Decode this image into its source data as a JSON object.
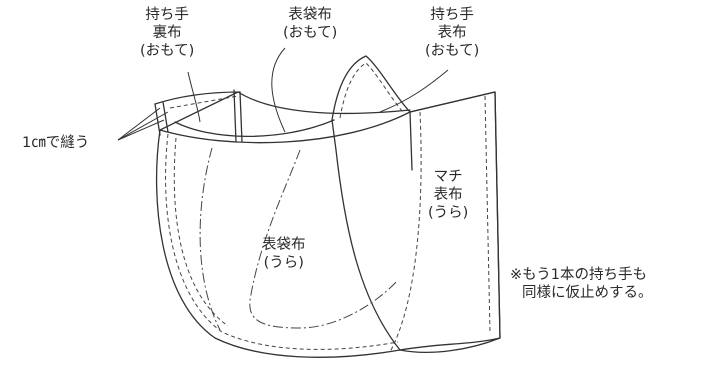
{
  "labels": {
    "handle_lining": [
      "持ち手",
      "裏布",
      "(おもて)"
    ],
    "outer_bag_front": [
      "表袋布",
      "(おもて)"
    ],
    "handle_outer": [
      "持ち手",
      "表布",
      "(おもて)"
    ],
    "seam_1cm": "1㎝で縫う",
    "gusset_outer": [
      "マチ",
      "表布",
      "(うら)"
    ],
    "outer_bag_back": [
      "表袋布",
      "(うら)"
    ],
    "note": [
      "※もう1本の持ち手も",
      "同様に仮止めする。"
    ]
  }
}
